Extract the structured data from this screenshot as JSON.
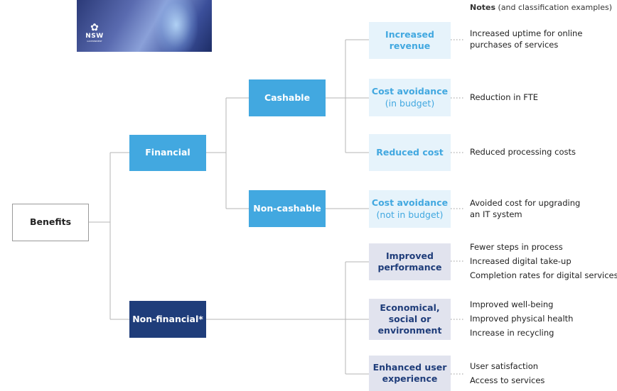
{
  "header": {
    "notes_bold": "Notes",
    "notes_rest": " (and classification examples)"
  },
  "logo": {
    "text": "NSW",
    "subtext": "GOVERNMENT"
  },
  "tree": {
    "root": "Benefits",
    "financial": "Financial",
    "non_financial": "Non-financial*",
    "cashable": "Cashable",
    "non_cashable": "Non-cashable",
    "increased_revenue": [
      "Increased",
      "revenue"
    ],
    "cost_avoidance_in_budget": [
      "Cost avoidance",
      "(in budget)"
    ],
    "reduced_cost": "Reduced cost",
    "cost_avoidance_not_in_budget": [
      "Cost avoidance",
      "(not in budget)"
    ],
    "improved_performance": [
      "Improved",
      "performance"
    ],
    "economical": [
      "Economical,",
      "social or",
      "environment"
    ],
    "enhanced_ux": [
      "Enhanced user",
      "experience"
    ]
  },
  "notes": {
    "increased_revenue": [
      "Increased uptime for online",
      "purchases of services"
    ],
    "cost_avoidance_in_budget": [
      "Reduction in FTE"
    ],
    "reduced_cost": [
      "Reduced processing costs"
    ],
    "cost_avoidance_not_in_budget": [
      "Avoided cost for upgrading",
      "an IT system"
    ],
    "improved_performance": [
      "Fewer steps in process",
      "Increased digital take-up",
      "Completion rates for digital services"
    ],
    "economical": [
      "Improved well-being",
      "Improved physical health",
      "Increase in recycling"
    ],
    "enhanced_ux": [
      "User satisfaction",
      "Access to services"
    ]
  },
  "colors": {
    "primary_blue": "#42a8e0",
    "navy": "#1f3d7a",
    "light_blue": "#e6f3fb",
    "light_grey": "#e1e3ee",
    "connector": "#b5b5b5",
    "dotted": "#9a9a9a"
  }
}
